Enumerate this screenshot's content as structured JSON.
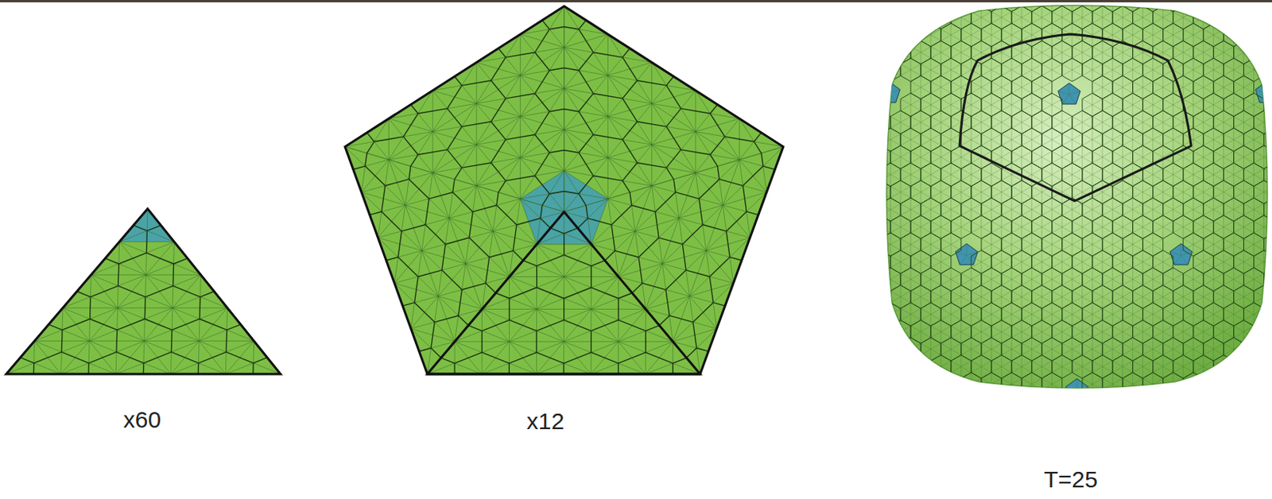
{
  "diagram": {
    "labels": [
      "x60",
      "x12",
      "T=25"
    ]
  }
}
